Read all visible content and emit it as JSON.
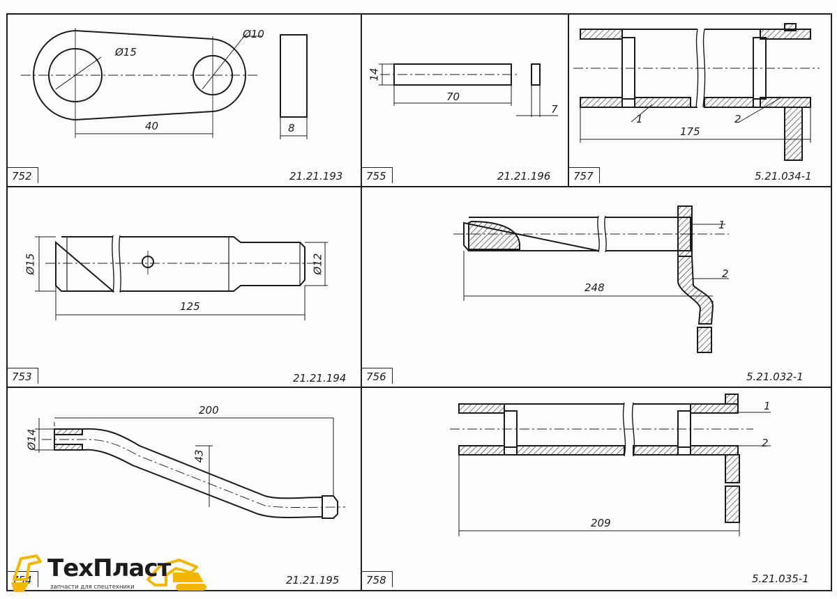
{
  "cells": [
    {
      "number": "752",
      "part": "21.21.193",
      "dims": {
        "d1": "Ø15",
        "d2": "Ø10",
        "len": "40",
        "thick": "8"
      }
    },
    {
      "number": "755",
      "part": "21.21.196",
      "dims": {
        "h": "14",
        "len": "70",
        "thick": "7"
      }
    },
    {
      "number": "757",
      "part": "5.21.034-1",
      "dims": {
        "len": "175",
        "c1": "1",
        "c2": "2"
      }
    },
    {
      "number": "753",
      "part": "21.21.194",
      "dims": {
        "d1": "Ø15",
        "d2": "Ø12",
        "len": "125"
      }
    },
    {
      "number": "756",
      "part": "5.21.032-1",
      "dims": {
        "len": "248",
        "c1": "1",
        "c2": "2"
      }
    },
    {
      "number": "754",
      "part": "21.21.195",
      "dims": {
        "d": "Ø14",
        "len": "200",
        "h": "43"
      }
    },
    {
      "number": "758",
      "part": "5.21.035-1",
      "dims": {
        "len": "209",
        "c1": "1",
        "c2": "2"
      }
    }
  ],
  "logo": {
    "title": "ТехПласт",
    "subtitle": "запчасти для спецтехники"
  },
  "colors": {
    "ink": "#1b1b1b",
    "paper": "#fdfdfb",
    "logo_yellow": "#f2b705"
  }
}
